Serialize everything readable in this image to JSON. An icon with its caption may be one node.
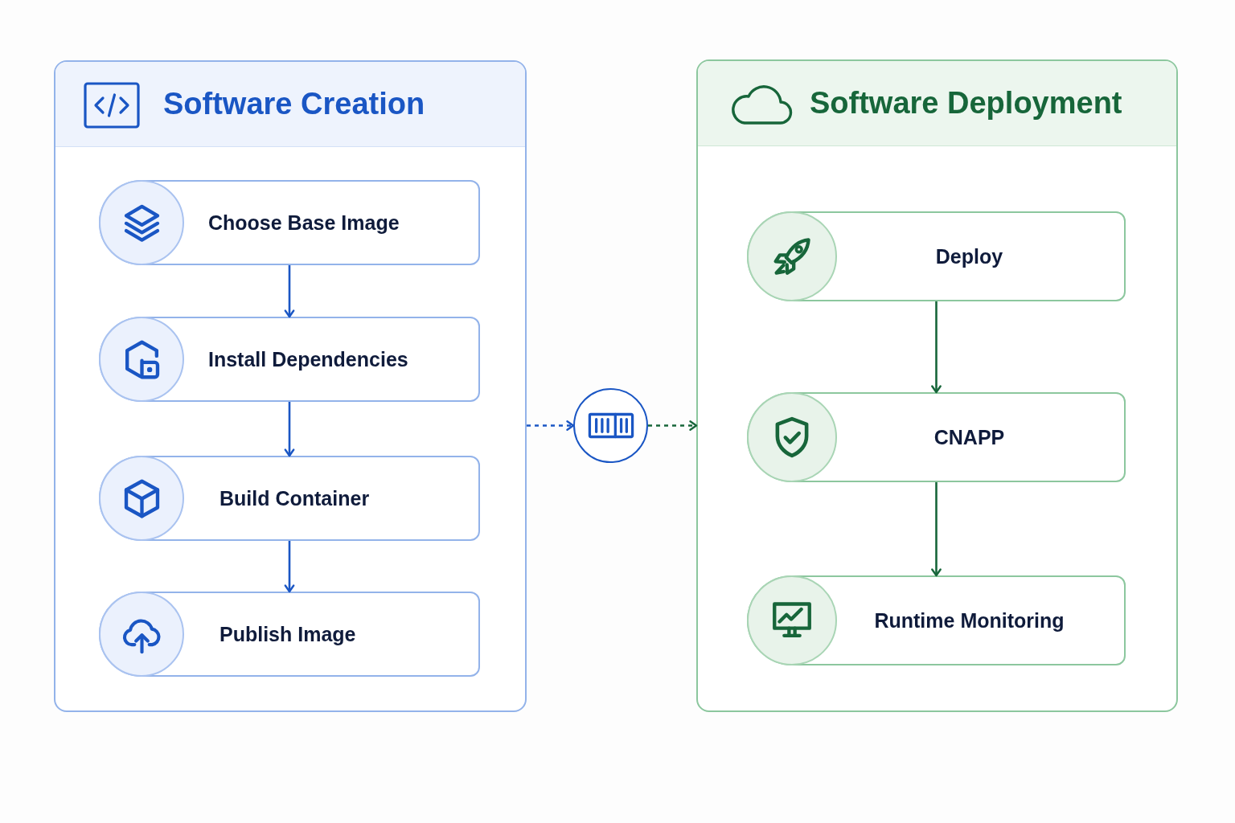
{
  "diagram": {
    "nodes": [
      {
        "text": [
          "Software Creation"
        ]
      },
      {
        "text": [
          "Choose Base Image"
        ],
        "in": 0
      },
      {
        "text": [
          "Install Dependencies"
        ],
        "in": 0
      },
      {
        "text": [
          "Build Container"
        ],
        "in": 0
      },
      {
        "text": [
          "Publish Image"
        ],
        "in": 0
      },
      {
        "text": [],
        "shape": "circle"
      },
      {
        "text": [
          "Software Deployment"
        ]
      },
      {
        "text": [
          "Deploy"
        ],
        "in": 6
      },
      {
        "text": [
          "CNAPP"
        ],
        "in": 6
      },
      {
        "text": [
          "Runtime Monitoring"
        ],
        "in": 6
      }
    ],
    "edges": [
      {
        "from": 1,
        "to": 2,
        "arrow": "to"
      },
      {
        "from": 2,
        "to": 3,
        "arrow": "to"
      },
      {
        "from": 3,
        "to": 4,
        "arrow": "to"
      },
      {
        "from": 0,
        "to": 5,
        "arrow": "to",
        "style": "dashed"
      },
      {
        "from": 5,
        "to": 6,
        "arrow": "to",
        "style": "dashed",
        "color": "#17663a"
      },
      {
        "from": 7,
        "to": 8,
        "arrow": "to",
        "color": "#17663a"
      },
      {
        "from": 8,
        "to": 9,
        "arrow": "to",
        "color": "#17663a"
      }
    ]
  }
}
